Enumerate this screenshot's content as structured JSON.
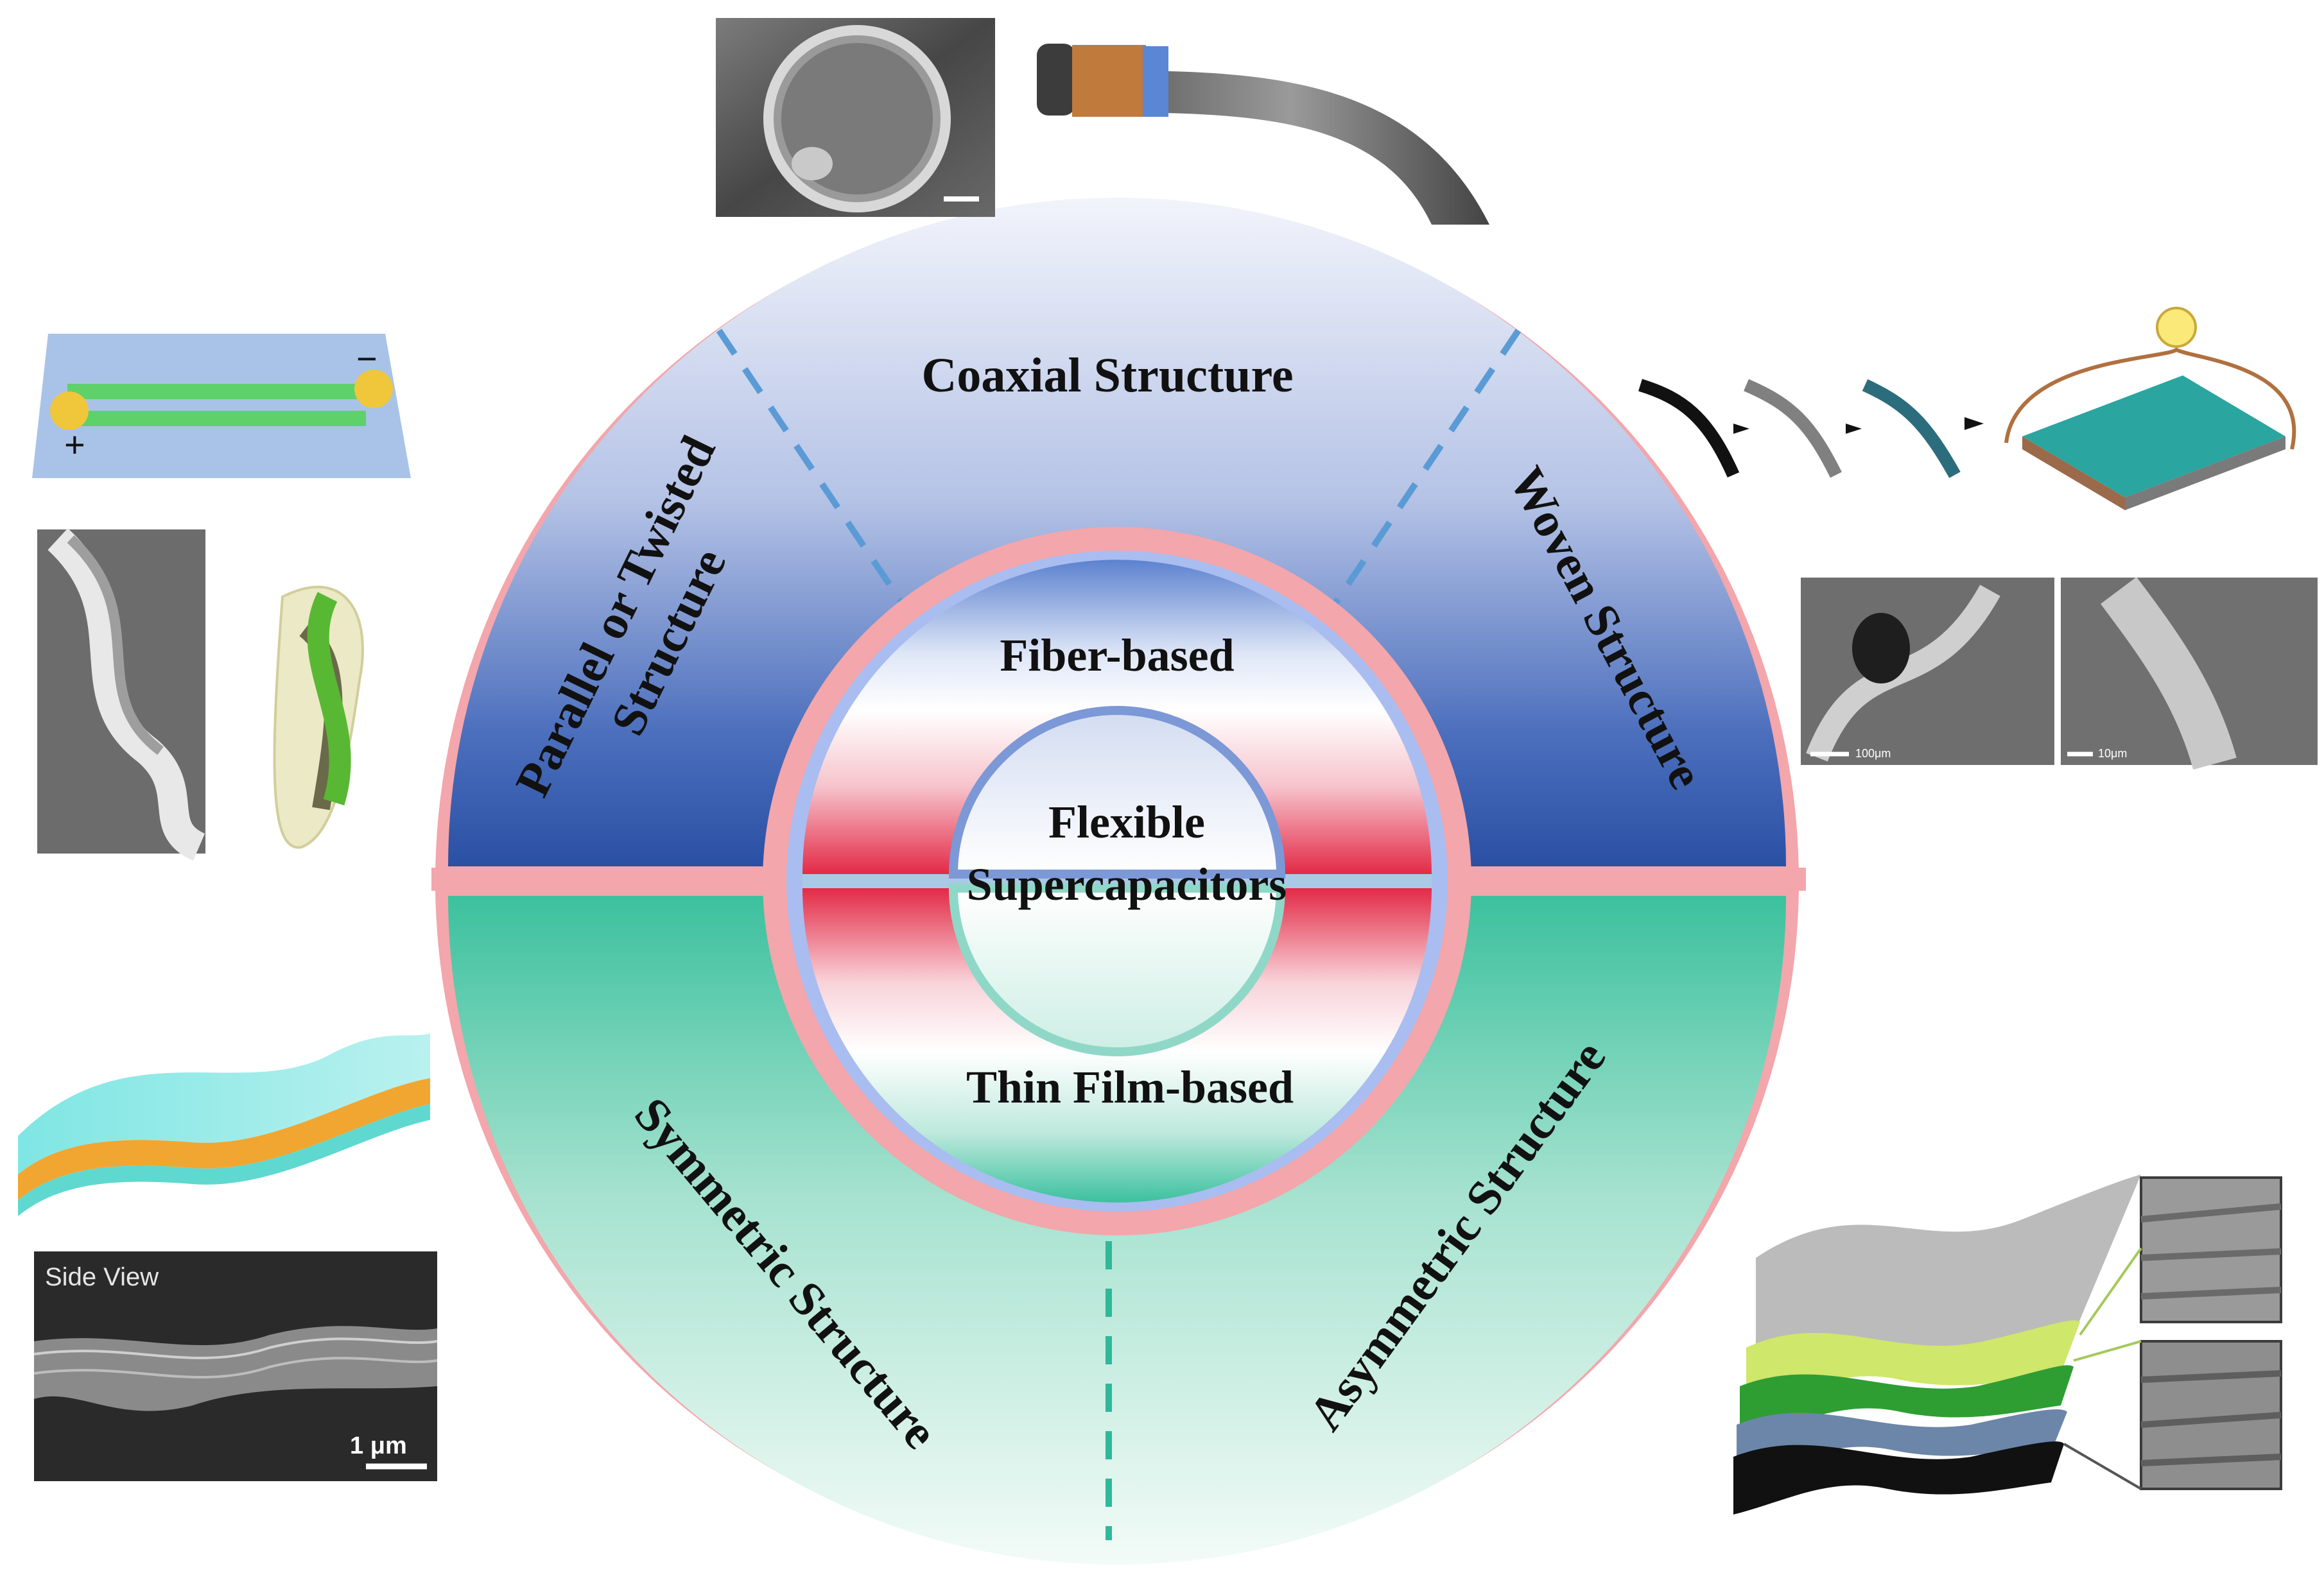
{
  "center": {
    "line1": "Flexible",
    "line2": "Supercapacitors",
    "fiber_label": "Fiber-based",
    "film_label": "Thin Film-based"
  },
  "fiber_sections": {
    "coaxial": "Coaxial Structure",
    "parallel_line1": "Parallel or Twisted",
    "parallel_line2": "Structure",
    "woven": "Woven Structure"
  },
  "film_sections": {
    "symmetric": "Symmetric Structure",
    "asymmetric": "Asymmetric Structure"
  },
  "image_labels": {
    "side_view": "Side View",
    "scale_1um": "1 μm",
    "scale_100um": "100μm",
    "scale_10um": "10μm",
    "plus_sign": "+",
    "minus_sign": "−"
  },
  "colors": {
    "ring_pink": "#f3a6ab",
    "fiber_blue": "#2f55a8",
    "film_teal": "#3cc09c",
    "dashed_blue": "#5b9bd5",
    "dashed_teal": "#2fb89a",
    "accent_red": "#e8344e"
  }
}
